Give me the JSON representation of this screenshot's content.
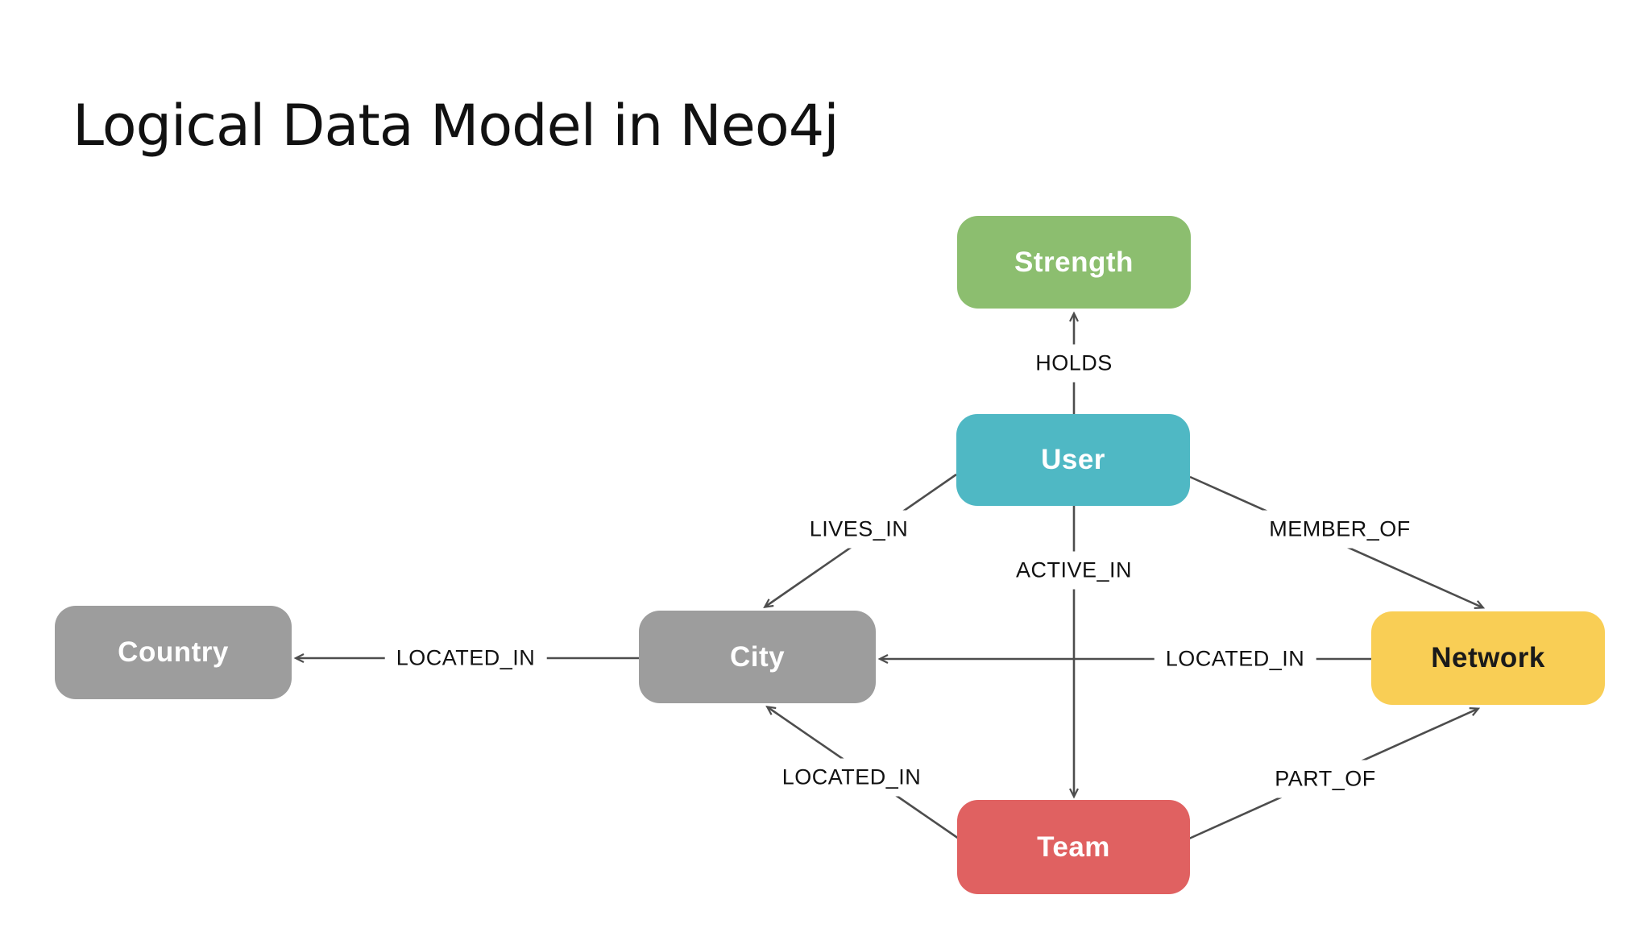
{
  "title": "Logical Data Model in Neo4j",
  "colors": {
    "background": "#ffffff",
    "edge_line": "#4d4d4d",
    "label_text": "#111111"
  },
  "diagram": {
    "nodes": [
      {
        "id": "strength",
        "label": "Strength",
        "color": "#8CBE6F",
        "text_color": "#ffffff"
      },
      {
        "id": "user",
        "label": "User",
        "color": "#4FB8C4",
        "text_color": "#ffffff"
      },
      {
        "id": "country",
        "label": "Country",
        "color": "#9D9D9D",
        "text_color": "#ffffff"
      },
      {
        "id": "city",
        "label": "City",
        "color": "#9D9D9D",
        "text_color": "#ffffff"
      },
      {
        "id": "network",
        "label": "Network",
        "color": "#F9CE55",
        "text_color": "#1a1a1a"
      },
      {
        "id": "team",
        "label": "Team",
        "color": "#E06161",
        "text_color": "#ffffff"
      }
    ],
    "edges": [
      {
        "label": "HOLDS",
        "from": "User",
        "to": "Strength"
      },
      {
        "label": "LIVES_IN",
        "from": "User",
        "to": "City"
      },
      {
        "label": "ACTIVE_IN",
        "from": "User",
        "to": "Team"
      },
      {
        "label": "MEMBER_OF",
        "from": "User",
        "to": "Network"
      },
      {
        "label": "LOCATED_IN",
        "from": "City",
        "to": "Country"
      },
      {
        "label": "LOCATED_IN",
        "from": "Network",
        "to": "City"
      },
      {
        "label": "LOCATED_IN",
        "from": "Team",
        "to": "City"
      },
      {
        "label": "PART_OF",
        "from": "Team",
        "to": "Network"
      }
    ]
  }
}
